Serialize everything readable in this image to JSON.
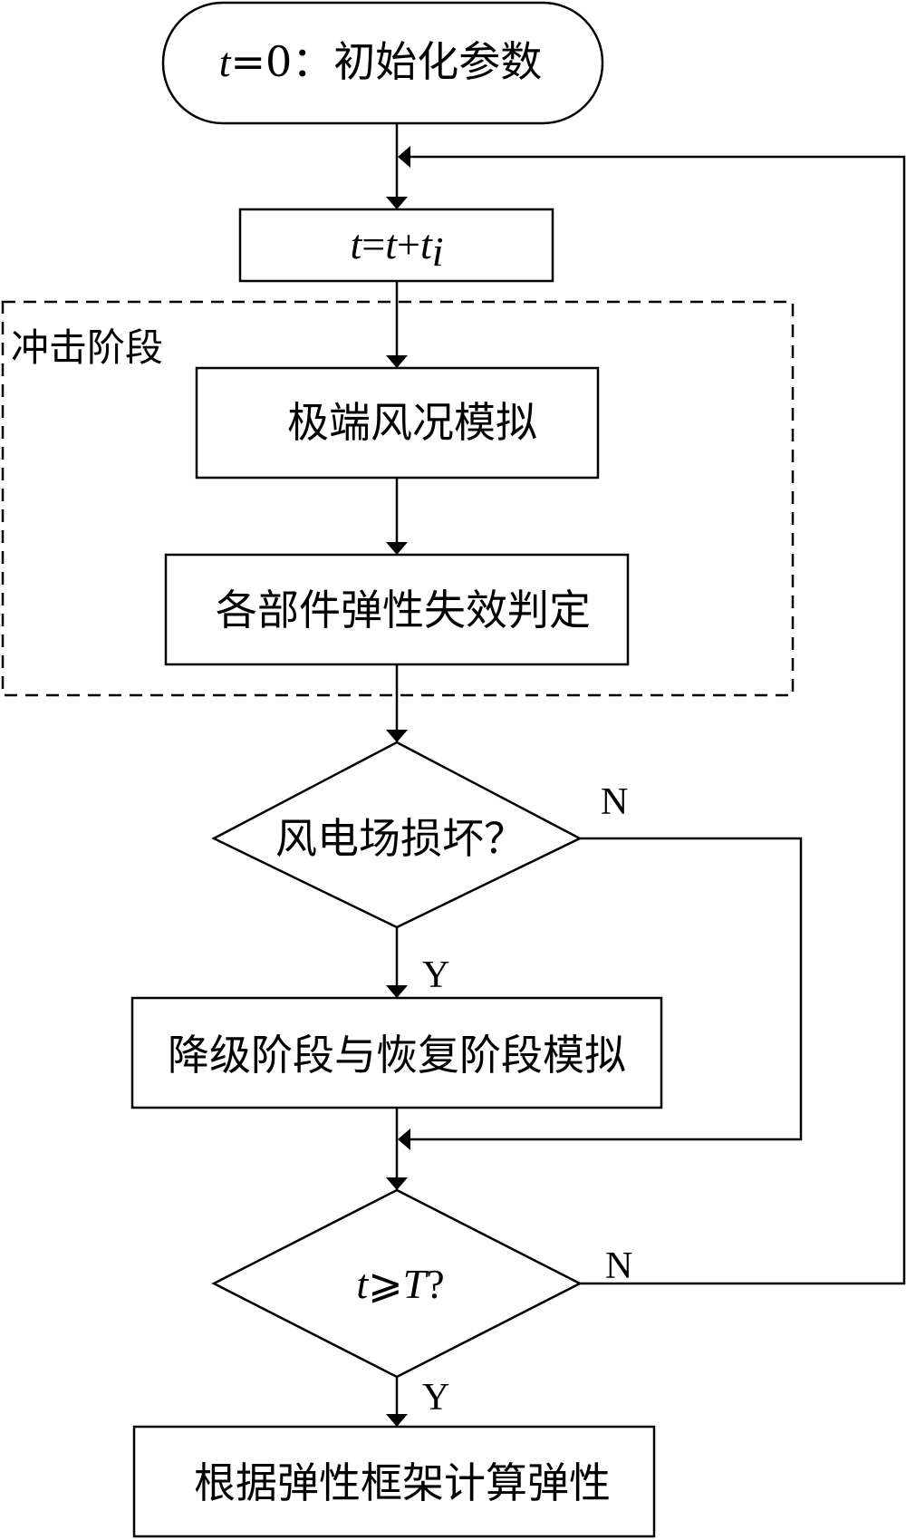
{
  "nodes": {
    "start": {
      "t_italic": "t",
      "rest": "=0：初始化参数"
    },
    "time_step": {
      "t1": "t",
      "eq": "=",
      "t2": "t",
      "plus": "+",
      "t3": "t",
      "sub": "i"
    },
    "extreme_wind": "极端风况模拟",
    "failure_judgement": "各部件弹性失效判定",
    "damage_decision": "风电场损坏？",
    "degradation_recovery": "降级阶段与恢复阶段模拟",
    "time_decision": {
      "t_italic": "t",
      "geq": "⩾",
      "T_italic": "T",
      "q": "?"
    },
    "calc_resilience": "根据弹性框架计算弹性"
  },
  "group": {
    "label": "冲击阶段"
  },
  "edge_labels": {
    "damage_no": "N",
    "damage_yes": "Y",
    "time_no": "N",
    "time_yes": "Y"
  }
}
